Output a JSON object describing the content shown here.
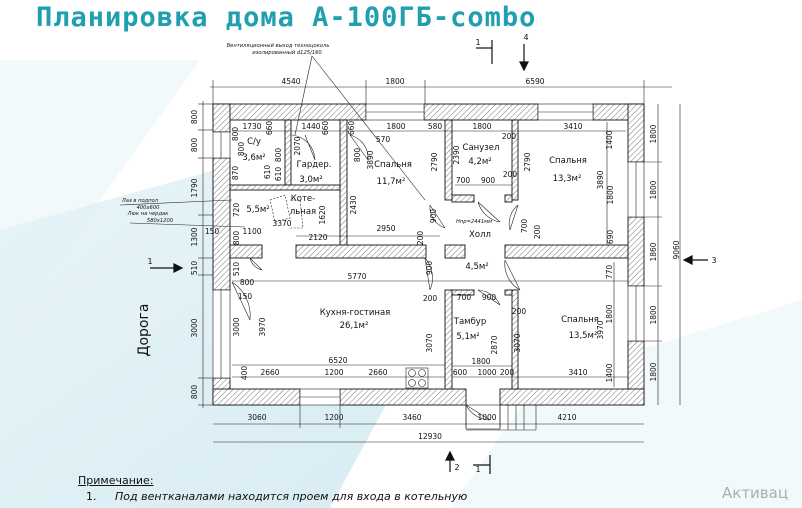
{
  "title": "Планировка дома А-100ГБ-combo",
  "annotations": {
    "vent_line1": "Вентиляционный выход техноцоколь",
    "vent_line2": "изолированный d125/160",
    "hatch_line1": "Лаз в подпол",
    "hatch_line2": "400х600",
    "attic_line1": "Люк на чердак",
    "attic_line2": "580х1200",
    "hall_height": "Нпр=2441мм",
    "road": "Дорога"
  },
  "rooms": [
    {
      "name": "С/у",
      "area": "3,6м²"
    },
    {
      "name": "Гардер.",
      "area": "3,0м²"
    },
    {
      "name": "Спальня",
      "area": "11,7м²"
    },
    {
      "name": "Санузел",
      "area": "4,2м²"
    },
    {
      "name": "Спальня",
      "area": "13,3м²"
    },
    {
      "name": "Коте-",
      "area": "5,5м²",
      "name2": "льная"
    },
    {
      "name": "Холл",
      "area": "4,5м²"
    },
    {
      "name": "Кухня-гостиная",
      "area": "26,1м²"
    },
    {
      "name": "Тамбур",
      "area": "5,1м²"
    },
    {
      "name": "Спальня",
      "area": "13,5м²"
    }
  ],
  "dimensions": [
    "4540",
    "1800",
    "6590",
    "1730",
    "660",
    "1440",
    "660",
    "660",
    "1800",
    "580",
    "1800",
    "3410",
    "570",
    "200",
    "800",
    "800",
    "1790",
    "1300",
    "510",
    "3000",
    "800",
    "1800",
    "1800",
    "1860",
    "1800",
    "1800",
    "9060",
    "3060",
    "1200",
    "3460",
    "1000",
    "4210",
    "12930",
    "800",
    "870",
    "800",
    "610",
    "800",
    "610",
    "800",
    "2070",
    "3890",
    "2790",
    "2390",
    "2790",
    "700",
    "900",
    "200",
    "1400",
    "3890",
    "1800",
    "690",
    "720",
    "3370",
    "2120",
    "1620",
    "2430",
    "1100",
    "150",
    "800",
    "2950",
    "200",
    "900",
    "200",
    "700",
    "510",
    "800",
    "5770",
    "150",
    "3000",
    "3970",
    "6520",
    "400",
    "2660",
    "1200",
    "2660",
    "900",
    "200",
    "700",
    "900",
    "200",
    "3070",
    "2870",
    "3070",
    "1800",
    "600",
    "1000",
    "200",
    "3410",
    "770",
    "1800",
    "3970",
    "1400"
  ],
  "section_marks": [
    "1",
    "4",
    "3",
    "2",
    "1",
    "1"
  ],
  "notes": {
    "heading": "Примечание:",
    "items": [
      {
        "num": "1.",
        "text": "Под вентканалами находится проем для входа в котельную"
      }
    ]
  },
  "watermark": "Активац",
  "colors": {
    "title": "#1f9fb0",
    "background_band": "#d6edf3",
    "wall": "#111111"
  }
}
